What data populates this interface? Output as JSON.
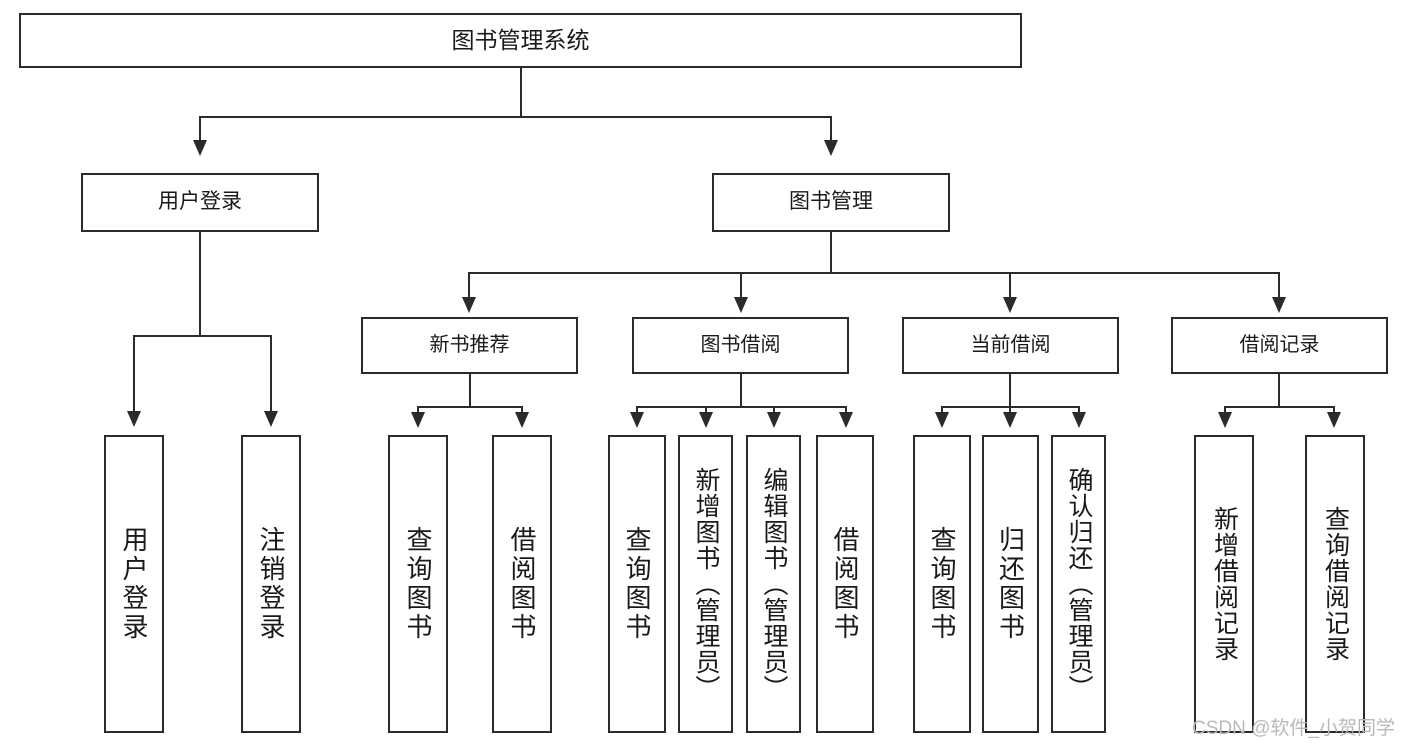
{
  "diagram": {
    "type": "tree-hierarchy",
    "title": "图书管理系统",
    "root": {
      "label": "图书管理系统",
      "id": "root-book-management-system"
    },
    "level1": [
      {
        "id": "user-login",
        "label": "用户登录"
      },
      {
        "id": "book-management",
        "label": "图书管理"
      }
    ],
    "level2": [
      {
        "id": "new-book-recommend",
        "label": "新书推荐",
        "parent": "book-management"
      },
      {
        "id": "book-borrow",
        "label": "图书借阅",
        "parent": "book-management"
      },
      {
        "id": "current-borrow",
        "label": "当前借阅",
        "parent": "book-management"
      },
      {
        "id": "borrow-record",
        "label": "借阅记录",
        "parent": "book-management"
      }
    ],
    "leaves": {
      "user-login": [
        {
          "id": "leaf-user-login",
          "label": "用户登录"
        },
        {
          "id": "leaf-user-logout",
          "label": "注销登录"
        }
      ],
      "new-book-recommend": [
        {
          "id": "leaf-query-book-1",
          "label": "查询图书"
        },
        {
          "id": "leaf-borrow-book-1",
          "label": "借阅图书"
        }
      ],
      "book-borrow": [
        {
          "id": "leaf-query-book-2",
          "label": "查询图书"
        },
        {
          "id": "leaf-add-book-admin",
          "label": "新增图书（管理员）"
        },
        {
          "id": "leaf-edit-book-admin",
          "label": "编辑图书（管理员）"
        },
        {
          "id": "leaf-borrow-book-2",
          "label": "借阅图书"
        }
      ],
      "current-borrow": [
        {
          "id": "leaf-query-book-3",
          "label": "查询图书"
        },
        {
          "id": "leaf-return-book",
          "label": "归还图书"
        },
        {
          "id": "leaf-confirm-return-admin",
          "label": "确认归还（管理员）"
        }
      ],
      "borrow-record": [
        {
          "id": "leaf-add-borrow-record",
          "label": "新增借阅记录"
        },
        {
          "id": "leaf-query-borrow-record",
          "label": "查询借阅记录"
        }
      ]
    }
  },
  "watermark": {
    "text": "CSDN @软件_小贺同学"
  },
  "colors": {
    "stroke": "#2b2b2b",
    "background": "#ffffff",
    "text": "#1a1a1a",
    "watermark": "#b9b9b9"
  }
}
